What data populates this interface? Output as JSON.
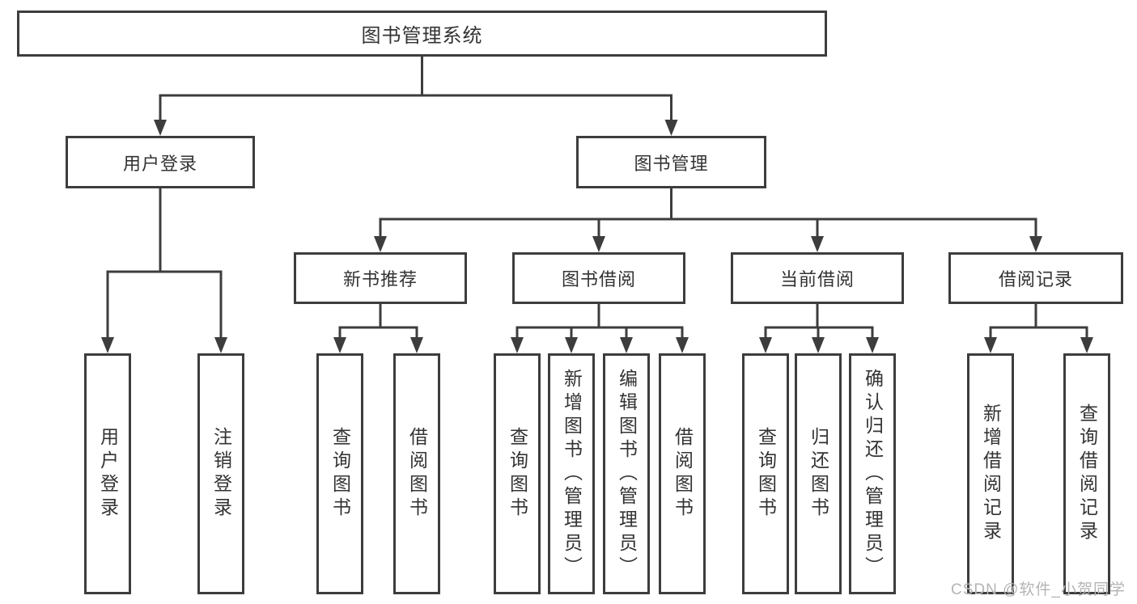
{
  "tree": {
    "root": {
      "label": "图书管理系统",
      "children": [
        {
          "label": "用户登录",
          "children": [
            {
              "label": "用户登录"
            },
            {
              "label": "注销登录"
            }
          ]
        },
        {
          "label": "图书管理",
          "children": [
            {
              "label": "新书推荐",
              "children": [
                {
                  "label": "查询图书"
                },
                {
                  "label": "借阅图书"
                }
              ]
            },
            {
              "label": "图书借阅",
              "children": [
                {
                  "label": "查询图书"
                },
                {
                  "label": "新增图书（管理员）"
                },
                {
                  "label": "编辑图书（管理员）"
                },
                {
                  "label": "借阅图书"
                }
              ]
            },
            {
              "label": "当前借阅",
              "children": [
                {
                  "label": "查询图书"
                },
                {
                  "label": "归还图书"
                },
                {
                  "label": "确认归还（管理员）"
                }
              ]
            },
            {
              "label": "借阅记录",
              "children": [
                {
                  "label": "新增借阅记录"
                },
                {
                  "label": "查询借阅记录"
                }
              ]
            }
          ]
        }
      ]
    }
  },
  "colors": {
    "line": "#3d3d3d",
    "text": "#333333",
    "watermark": "#b4b4b4"
  },
  "watermark": "CSDN @软件_小贺同学"
}
